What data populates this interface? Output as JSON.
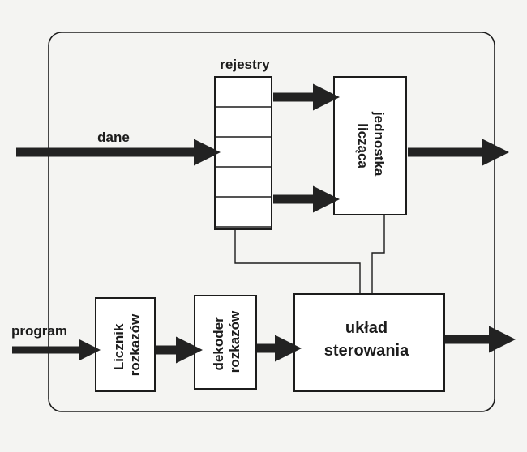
{
  "diagram": {
    "labels": {
      "registers": "rejestry",
      "data_in": "dane",
      "program_in": "program"
    },
    "blocks": {
      "alu_line1": "jednostka",
      "alu_line2": "licząca",
      "counter_line1": "Licznik",
      "counter_line2": "rozkazów",
      "decoder_line1": "dekoder",
      "decoder_line2": "rozkazów",
      "control_line1": "układ",
      "control_line2": "sterowania"
    },
    "register_cell_count": 5
  },
  "colors": {
    "background": "#f4f4f2",
    "stroke": "#1c1c1c",
    "arrow": "#222222"
  }
}
